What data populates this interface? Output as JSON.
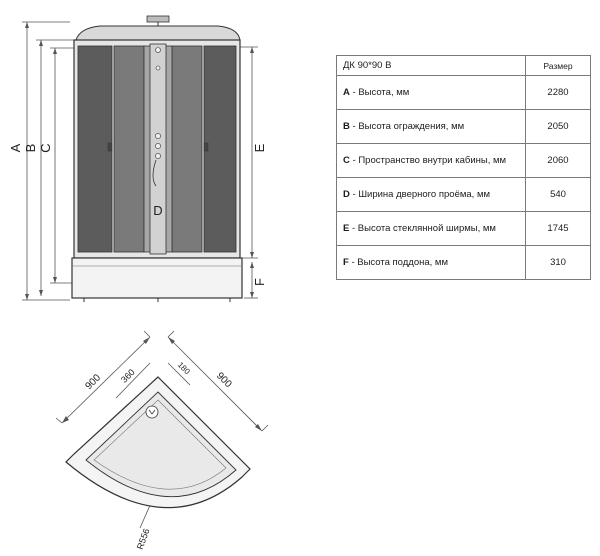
{
  "front_view": {
    "dim_labels": [
      "A",
      "B",
      "C",
      "D",
      "E",
      "F"
    ]
  },
  "table": {
    "header_model": "ДК 90*90 В",
    "header_value": "Размер",
    "rows": [
      {
        "letter": "A",
        "label": "Высота, мм",
        "value": "2280"
      },
      {
        "letter": "B",
        "label": "Высота ограждения, мм",
        "value": "2050"
      },
      {
        "letter": "C",
        "label": "Пространство внутри кабины, мм",
        "value": "2060"
      },
      {
        "letter": "D",
        "label": "Ширина дверного проёма, мм",
        "value": "540"
      },
      {
        "letter": "E",
        "label": "Высота стеклянной ширмы, мм",
        "value": "1745"
      },
      {
        "letter": "F",
        "label": "Высота поддона, мм",
        "value": "310"
      }
    ]
  },
  "plan_view": {
    "dim_left": "900",
    "dim_right": "900",
    "dim_inner_left": "360",
    "dim_inner_right": "180",
    "dim_radius": "R556"
  }
}
